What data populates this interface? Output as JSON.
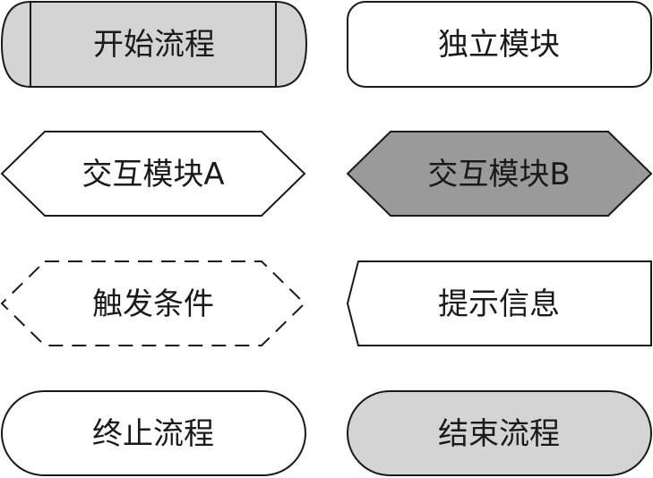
{
  "legend": {
    "start_flow": {
      "label": "开始流程",
      "fill": "#d4d4d4"
    },
    "standalone_module": {
      "label": "独立模块",
      "fill": "#ffffff"
    },
    "interactive_module_a": {
      "label": "交互模块A",
      "fill": "#ffffff"
    },
    "interactive_module_b": {
      "label": "交互模块B",
      "fill": "#9a9a9a"
    },
    "trigger_condition": {
      "label": "触发条件",
      "fill": "#ffffff"
    },
    "prompt_info": {
      "label": "提示信息",
      "fill": "#ffffff"
    },
    "terminate_flow": {
      "label": "终止流程",
      "fill": "#ffffff"
    },
    "end_flow": {
      "label": "结束流程",
      "fill": "#d4d4d4"
    }
  },
  "colors": {
    "stroke": "#1a1a1a",
    "background": "#ffffff"
  }
}
